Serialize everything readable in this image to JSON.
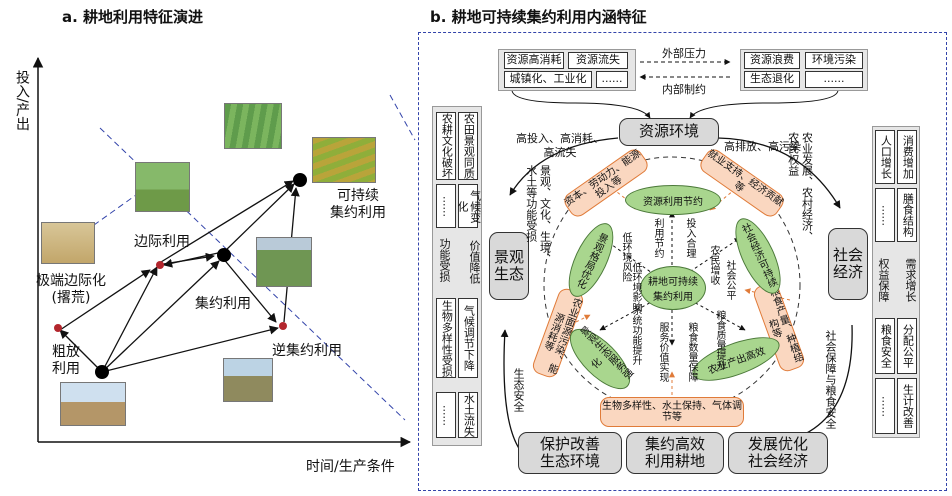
{
  "panel_a": {
    "title": "a. 耕地利用特征演进",
    "y_axis": "投入/产出",
    "x_axis": "时间/生产条件",
    "nodes": {
      "extensive": "粗放\n利用",
      "extreme_marginal": "极端边际化\n(撂荒)",
      "marginal": "边际利用",
      "intensive": "集约利用",
      "reverse_intensive": "逆集约利用",
      "sustainable": "可持续\n集约利用"
    }
  },
  "panel_b": {
    "title": "b. 耕地可持续集约利用内涵特征",
    "top_left_boxes": [
      "资源高消耗",
      "资源流失",
      "城镇化、工业化",
      "......"
    ],
    "top_right_boxes": [
      "资源浪费",
      "环境污染",
      "生态退化",
      "......"
    ],
    "external_pressure": "外部压力",
    "internal_constraint": "内部制约",
    "resource_env": "资源环境",
    "landscape_eco": "景观\n生态",
    "social_econ": "社会\n经济",
    "left_boxes": [
      "农耕文化破坏",
      "农田景观同质",
      "......",
      "气候变化",
      "生物多样性受损",
      "气候调节下降",
      "......",
      "水土流失"
    ],
    "left_mid_labels": [
      "功能受损",
      "价值降低"
    ],
    "right_boxes": [
      "人口增长",
      "消费增加",
      "......",
      "膳食结构",
      "粮食安全",
      "分配公平",
      "......",
      "生计改善"
    ],
    "right_mid_labels": [
      "权益保障",
      "需求增长"
    ],
    "arc_labels": {
      "top_left": "高投入、高消耗、\n高流失",
      "top_right": "高排放、高污染",
      "right_top": "农业发展、农村经济、\n农民权益",
      "right_bottom": "社会保障与粮食安全",
      "left_bottom": "生态安全",
      "left_mid": "景观、文化、生境、\n水土等功能受损"
    },
    "orange_boxes": [
      "资本、劳动力、能源投入等",
      "就业支持、经济贡献等",
      "粮食产量、种植结构等",
      "生物多样性、水土保持、气体调节等",
      "农业面源污染、能源消耗等"
    ],
    "green_ellipses": [
      "资源利用节约",
      "社会经济可持续",
      "农业产出高效",
      "景观生态服务强化",
      "景观格局优化"
    ],
    "center": "耕地可持续集约利用",
    "inner_labels": [
      "利用节约",
      "投入合理",
      "农民增收",
      "社会公平",
      "粮食质量提升",
      "粮食数量保障",
      "服务价值实现",
      "系统功能提升",
      "低环境影响",
      "低环境风险"
    ],
    "bottom_boxes": [
      "保护改善\n生态环境",
      "集约高效\n利用耕地",
      "发展优化\n社会经济"
    ]
  }
}
